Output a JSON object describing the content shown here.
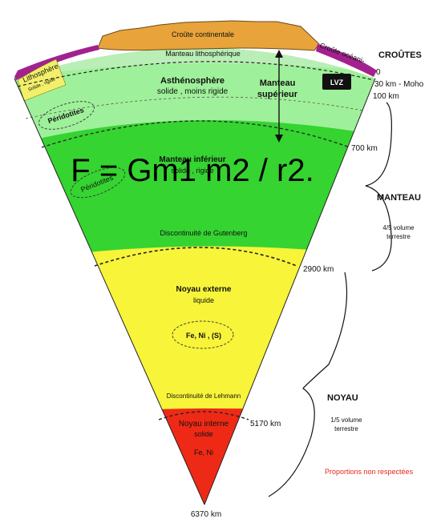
{
  "overlay_formula": "F = Gm1 m2 / r2.",
  "layers": {
    "continental_crust": "Croûte continentale",
    "lithospheric_mantle": "Manteau lithosphérique",
    "oceanic_crust": "Croûte océani-",
    "lithosphere": "Lithosphère",
    "lithosphere_sub": "Solide , rigide",
    "asthenosphere": "Asthénosphère",
    "asthenosphere_sub": "solide , moins rigide",
    "upper_mantle_1": "Manteau",
    "upper_mantle_2": "supérieur",
    "lvz": "LVZ",
    "peridotites_upper": "Péridotites",
    "lower_mantle": "Manteau inférieur",
    "lower_mantle_sub": "solide , rigide",
    "peridotites_lower": "Péridotites",
    "gutenberg": "Discontinuité de Gutenberg",
    "outer_core": "Noyau externe",
    "outer_core_sub": "liquide",
    "outer_core_comp": "Fe, Ni , (S)",
    "lehmann": "Discontinuité de Lehmann",
    "inner_core": "Noyau interne",
    "inner_core_sub": "solide",
    "inner_core_comp": "Fe, Ni"
  },
  "depths": {
    "d0": "0",
    "d30": "30 km - Moho",
    "d100": "100 km",
    "d700": "700 km",
    "d2900": "2900 km",
    "d5170": "5170 km",
    "d6370": "6370 km"
  },
  "groups": {
    "crusts": "CROÛTES",
    "mantle": "MANTEAU",
    "mantle_share_1": "4/5 volume",
    "mantle_share_2": "terrestre",
    "core": "NOYAU",
    "core_share_1": "1/5 volume",
    "core_share_2": "terrestre"
  },
  "note": "Proportions non respectées",
  "colors": {
    "continental_crust": "#e8a43a",
    "oceanic_crust": "#a3218e",
    "lithosphere": "#f2ef6a",
    "lithospheric_mantle": "#b9efb6",
    "upper_mantle": "#9ff09a",
    "lower_mantle": "#35d431",
    "outer_core": "#f7f43a",
    "inner_core": "#ee2a16",
    "note": "#e8261a"
  }
}
